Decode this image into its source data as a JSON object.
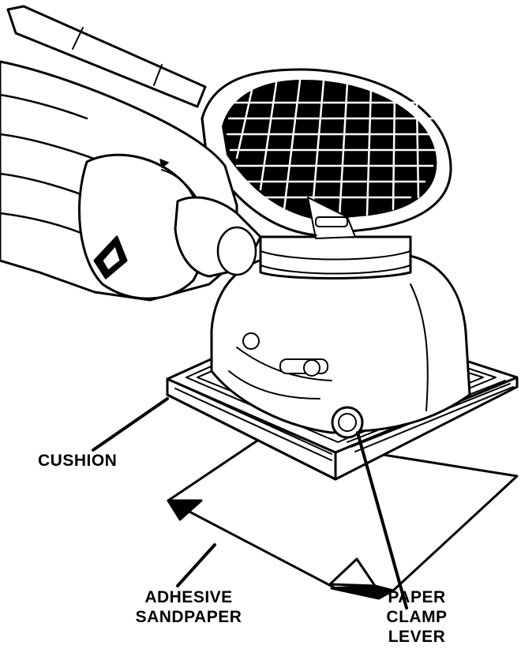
{
  "labels": {
    "cushion": [
      "CUSHION"
    ],
    "sandpaper": [
      "ADHESIVE",
      "SANDPAPER"
    ],
    "lever": [
      "PAPER",
      "CLAMP",
      "LEVER"
    ]
  },
  "colors": {
    "ink": "#000000",
    "paper": "#ffffff"
  }
}
